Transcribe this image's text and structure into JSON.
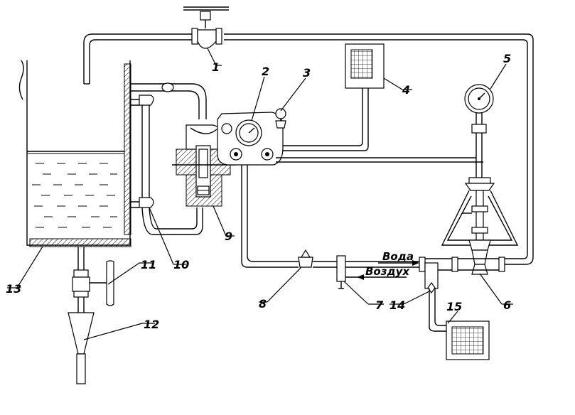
{
  "labels": {
    "n1": "1",
    "n2": "2",
    "n3": "3",
    "n4": "4",
    "n5": "5",
    "n6": "6",
    "n7": "7",
    "n8": "8",
    "n9": "9",
    "n10": "10",
    "n11": "11",
    "n12": "12",
    "n13": "13",
    "n14": "14",
    "n15": "15"
  },
  "flows": {
    "water": "Вода",
    "air": "Воздух"
  }
}
